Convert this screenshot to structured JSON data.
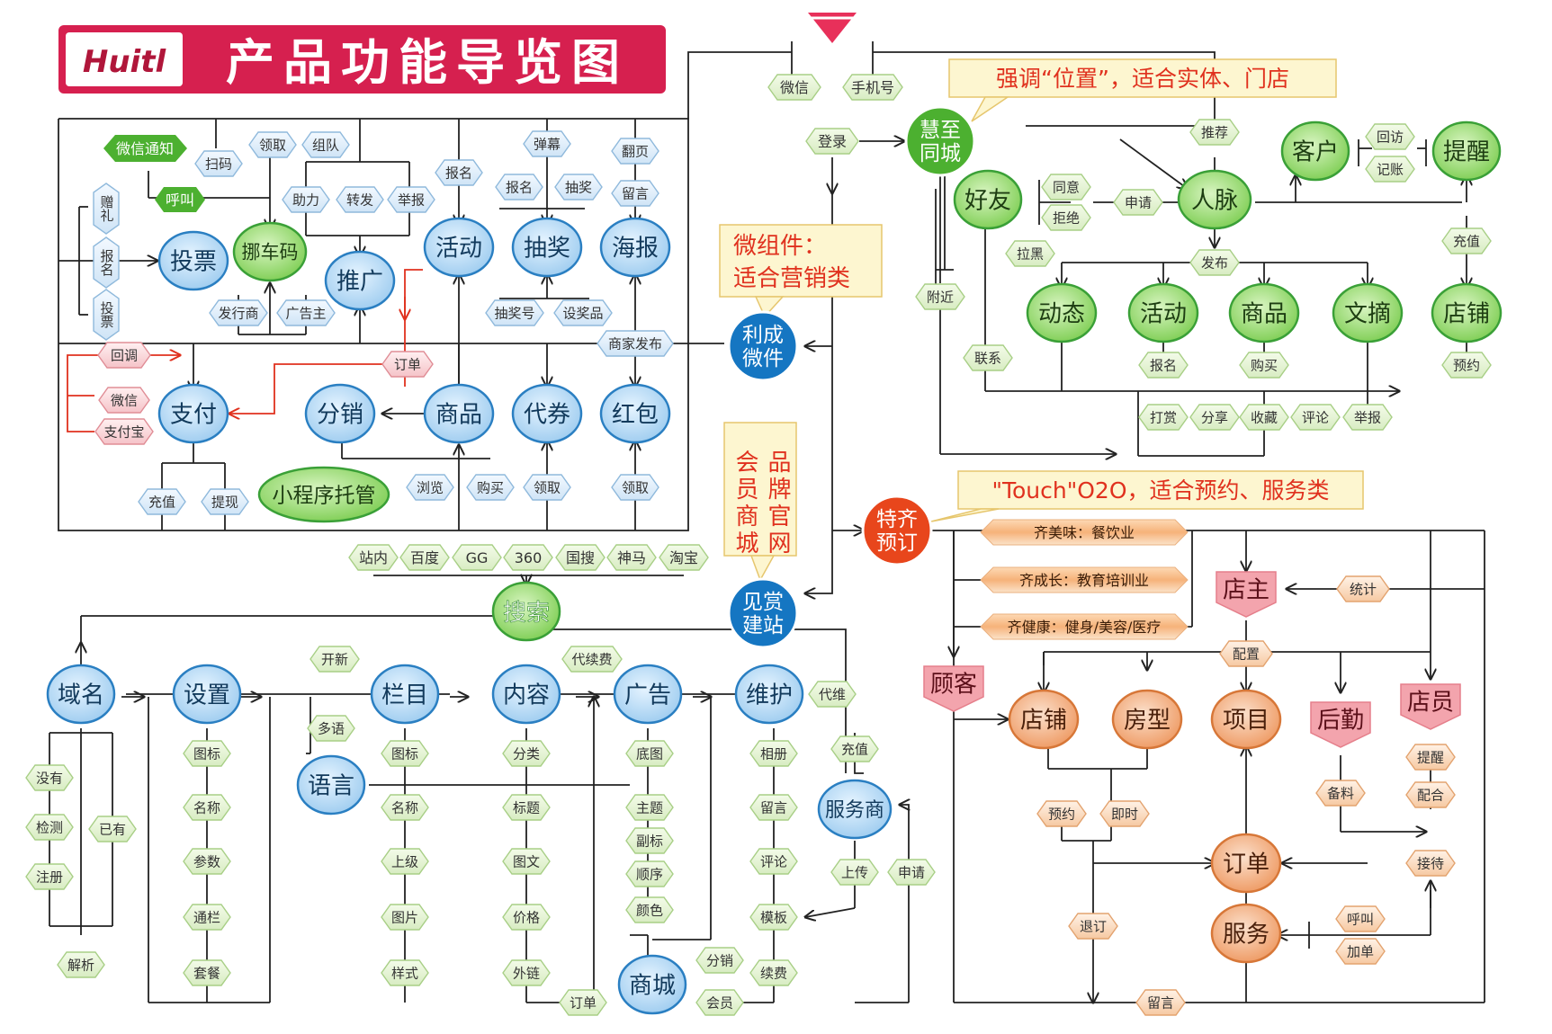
{
  "header": {
    "brand": "Huitl",
    "title": "产品功能导览图"
  },
  "callouts": {
    "location": "强调“位置”，适合实体、门店",
    "widget_line1": "微组件：",
    "widget_line2": "适合营销类",
    "site_col1": "会员商城",
    "site_col2": "品牌官网",
    "touch": "\"Touch\"O2O，适合预约、服务类"
  },
  "hubs": {
    "huizhi": [
      "慧至",
      "同城"
    ],
    "licheng": [
      "利成",
      "微件"
    ],
    "jianshang": [
      "见赏",
      "建站"
    ],
    "teqi": [
      "特齐",
      "预订"
    ],
    "search": "搜索"
  },
  "login": {
    "wechat": "微信",
    "phone": "手机号",
    "login": "登录"
  },
  "widgets": {
    "vote": "投票",
    "parking": "挪车码",
    "promote": "推广",
    "activity": "活动",
    "lottery": "抽奖",
    "poster": "海报",
    "pay": "支付",
    "distribute": "分销",
    "goods": "商品",
    "coupon": "代券",
    "redpacket": "红包",
    "miniapp": "小程序托管",
    "notify": "微信通知",
    "call": "呼叫",
    "scan": "扫码",
    "receive": "领取",
    "team": "组队",
    "help": "助力",
    "forward": "转发",
    "report": "举报",
    "signup": "报名",
    "barrage": "弹幕",
    "signup2": "报名",
    "draw": "抽奖",
    "flip": "翻页",
    "message": "留言",
    "gift": "赠礼",
    "signup3": "报名",
    "vote2": "投票",
    "issuer": "发行商",
    "advertiser": "广告主",
    "ticket": "抽奖号",
    "prize": "设奖品",
    "merchant": "商家发布",
    "callback": "回调",
    "order": "订单",
    "wxpay": "微信",
    "alipay": "支付宝",
    "recharge": "充值",
    "withdraw": "提现",
    "browse": "浏览",
    "buy": "购买",
    "get1": "领取",
    "get2": "领取"
  },
  "engines": [
    "站内",
    "百度",
    "GG",
    "360",
    "国搜",
    "神马",
    "淘宝"
  ],
  "city": {
    "friend": "好友",
    "renmai": "人脉",
    "customer": "客户",
    "remind": "提醒",
    "agree": "同意",
    "refuse": "拒绝",
    "apply": "申请",
    "block": "拉黑",
    "recommend": "推荐",
    "revisit": "回访",
    "note": "记账",
    "recharge": "充值",
    "publish": "发布",
    "nearby": "附近",
    "contact": "联系",
    "dynamic": "动态",
    "activity": "活动",
    "goods": "商品",
    "digest": "文摘",
    "store": "店铺",
    "signup": "报名",
    "buy": "购买",
    "reserve": "预约",
    "reward": "打赏",
    "share": "分享",
    "collect": "收藏",
    "comment": "评论",
    "report": "举报"
  },
  "build": {
    "domain": "域名",
    "settings": "设置",
    "column": "栏目",
    "content": "内容",
    "ad": "广告",
    "maintain": "维护",
    "language": "语言",
    "provider": "服务商",
    "mall": "商城",
    "renew": "开新",
    "renewfee": "代续费",
    "dm": [
      "没有",
      "检测",
      "注册",
      "已有",
      "解析"
    ],
    "st": [
      "图标",
      "名称",
      "参数",
      "通栏",
      "套餐"
    ],
    "multi": "多语",
    "col": [
      "图标",
      "名称",
      "上级",
      "图片",
      "样式"
    ],
    "ct": [
      "分类",
      "标题",
      "图文",
      "价格",
      "外链"
    ],
    "ad_items": [
      "底图",
      "主题",
      "副标",
      "顺序",
      "颜色"
    ],
    "mt": [
      "相册",
      "留言",
      "评论",
      "模板",
      "续费"
    ],
    "maintain_side": "代维",
    "recharge": "充值",
    "upload": "上传",
    "apply": "申请",
    "order": "订单",
    "mall_dist": "分销",
    "mall_member": "会员"
  },
  "booking": {
    "industry": [
      "齐美味：餐饮业",
      "齐成长：教育培训业",
      "齐健康：健身/美容/医疗"
    ],
    "owner": "店主",
    "stats": "统计",
    "config": "配置",
    "guest": "顾客",
    "store": "店铺",
    "room": "房型",
    "project": "项目",
    "backoffice": "后勤",
    "clerk": "店员",
    "remind": "提醒",
    "coop": "配合",
    "stock": "备料",
    "reserve": "预约",
    "instant": "即时",
    "order": "订单",
    "receive": "接待",
    "service": "服务",
    "call": "呼叫",
    "addorder": "加单",
    "cancel": "退订",
    "message": "留言"
  },
  "colors": {
    "header_red": "#d6204f",
    "blue_fill": "#b9dcf4",
    "blue_stroke": "#2a7fc2",
    "green_fill": "#8fd468",
    "green_dark": "#3aa037",
    "orange_fill": "#f2a472",
    "pink_fill": "#f3a4ad",
    "hub_blue": "#1576c2",
    "hub_red": "#e8461c",
    "callout_fill": "#fdf6d0",
    "callout_text": "#e0311e"
  }
}
